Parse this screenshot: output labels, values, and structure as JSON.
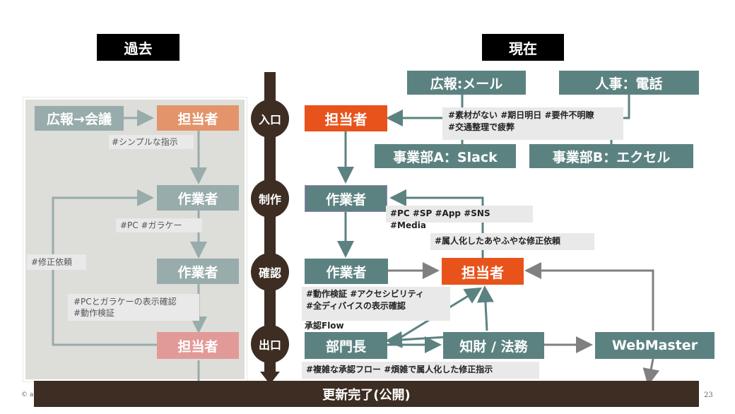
{
  "headers": {
    "past": "過去",
    "present": "現在"
  },
  "stages": [
    "入口",
    "制作",
    "確認",
    "出口"
  ],
  "past": {
    "meeting": "広報→会議",
    "owner_top": "担当者",
    "note_simple": "#シンプルな指示",
    "worker1": "作業者",
    "note_pc_garake": "#PC #ガラケー",
    "worker2": "作業者",
    "note_revision": "#修正依頼",
    "note_check_line1": "#PCとガラケーの表示確認",
    "note_check_line2": "#動作検証",
    "owner_bottom": "担当者"
  },
  "present": {
    "pr_mail": "広報:メール",
    "hr_phone": "人事：電話",
    "owner_entry": "担当者",
    "note_entry_line1": "#素材がない #期日明日 #要件不明瞭",
    "note_entry_line2": "#交通整理で疲弊",
    "dept_a": "事業部A：Slack",
    "dept_b": "事業部B：エクセル",
    "worker_make": "作業者",
    "note_devices": "#PC #SP #App #SNS #Media",
    "note_personal": "#属人化したあやふやな修正依頼",
    "worker_check": "作業者",
    "owner_check": "担当者",
    "note_check_line1": "#動作検証 #アクセシビリティ",
    "note_check_line2": "#全ディバイスの表示確認",
    "note_check_line3": "承認Flow",
    "manager": "部門長",
    "legal": "知財 / 法務",
    "webmaster": "WebMaster",
    "note_exit": "#複雑な承認フロー #煩雑で属人化した修正指示"
  },
  "footer": {
    "label": "更新完了(公開)",
    "page_number": "23",
    "copyright": "© an"
  },
  "colors": {
    "teal": "#5b8281",
    "orange": "#e8531b",
    "brown": "#3d2d22",
    "panel": "#ddddd9"
  }
}
